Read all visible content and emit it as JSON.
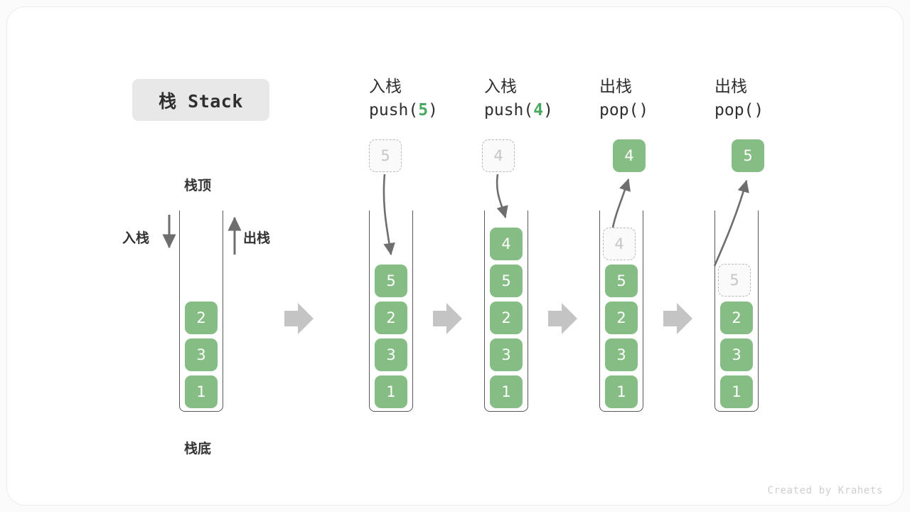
{
  "title": {
    "text": "栈 Stack"
  },
  "labels": {
    "top": "栈顶",
    "bottom": "栈底",
    "push_side": "入栈",
    "pop_side": "出栈"
  },
  "colors": {
    "element_fill": "#85bd85",
    "element_text": "#ffffff",
    "ghost_fill": "#fafafa",
    "ghost_border": "#b9b9b9",
    "ghost_text": "#c6c6c6",
    "container_stroke": "#585858",
    "arrow_gray": "#6e6e6e",
    "flow_arrow": "#c4c4c4",
    "accent_green": "#48a860",
    "title_chip_bg": "#e8e8e8"
  },
  "columns": [
    {
      "id": "initial",
      "op_cn": "",
      "op_code": "",
      "stack": [
        "2",
        "3",
        "1"
      ],
      "ghost_in_stack": null,
      "incoming": null,
      "result": null
    },
    {
      "id": "push-5",
      "op_cn": "入栈",
      "op_code_prefix": "push(",
      "op_code_arg": "5",
      "op_code_suffix": ")",
      "stack": [
        "5",
        "2",
        "3",
        "1"
      ],
      "ghost_in_stack": null,
      "incoming": "5",
      "result": null
    },
    {
      "id": "push-4",
      "op_cn": "入栈",
      "op_code_prefix": "push(",
      "op_code_arg": "4",
      "op_code_suffix": ")",
      "stack": [
        "4",
        "5",
        "2",
        "3",
        "1"
      ],
      "ghost_in_stack": null,
      "incoming": "4",
      "result": null
    },
    {
      "id": "pop-4",
      "op_cn": "出栈",
      "op_code_prefix": "pop(",
      "op_code_arg": "",
      "op_code_suffix": ")",
      "stack": [
        "5",
        "2",
        "3",
        "1"
      ],
      "ghost_in_stack": "4",
      "incoming": null,
      "result": "4"
    },
    {
      "id": "pop-5",
      "op_cn": "出栈",
      "op_code_prefix": "pop(",
      "op_code_arg": "",
      "op_code_suffix": ")",
      "stack": [
        "2",
        "3",
        "1"
      ],
      "ghost_in_stack": "5",
      "incoming": null,
      "result": "5"
    }
  ],
  "footer": {
    "credit": "Created by Krahets"
  }
}
